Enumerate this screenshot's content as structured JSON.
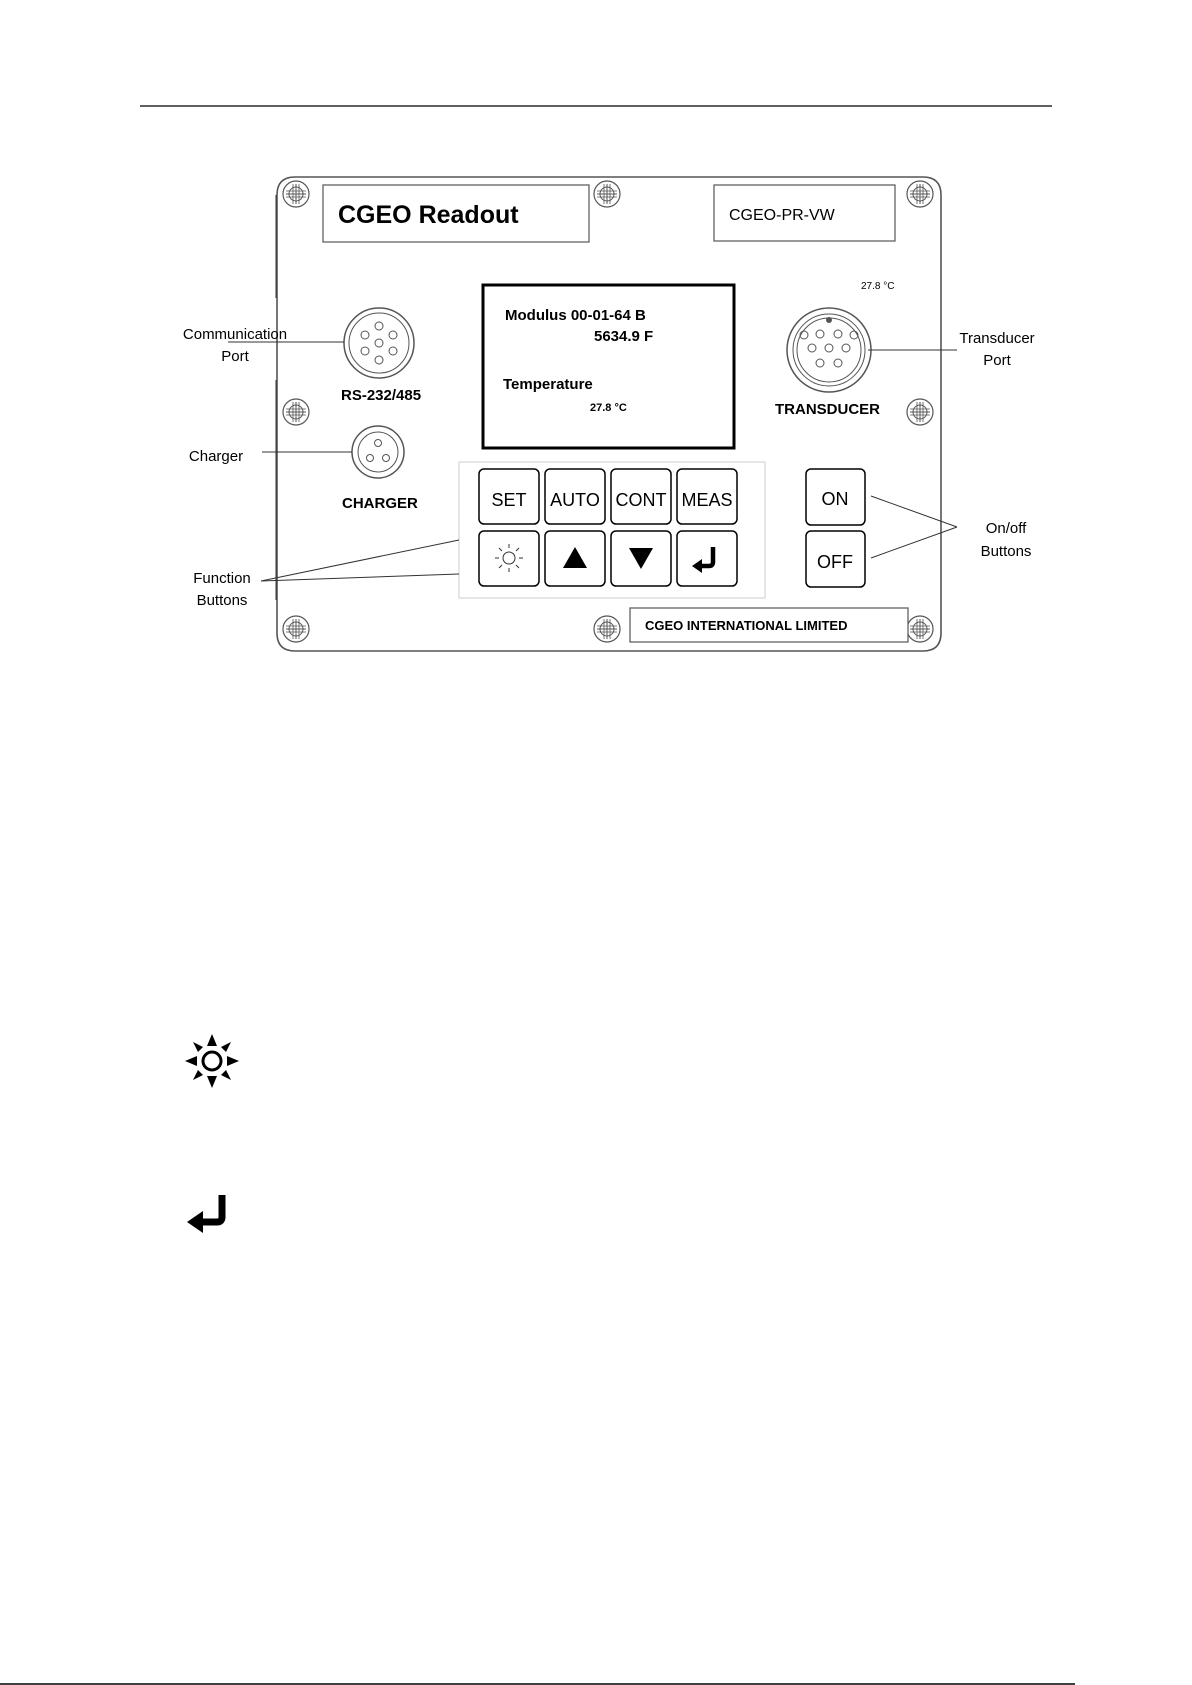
{
  "panel": {
    "title": "CGEO Readout",
    "model": "CGEO-PR-VW",
    "temp_small": "27.8 °C",
    "company": "CGEO INTERNATIONAL LIMITED"
  },
  "display": {
    "line1": "Modulus 00-01-64 B",
    "line2": "5634.9 F",
    "line3": "Temperature",
    "line4": "27.8 °C"
  },
  "ports": {
    "rs_label": "RS-232/485",
    "charger_label": "CHARGER",
    "transducer_label": "TRANSDUCER"
  },
  "buttons": {
    "set": "SET",
    "auto": "AUTO",
    "cont": "CONT",
    "meas": "MEAS",
    "on": "ON",
    "off": "OFF"
  },
  "icons": {
    "backlight": "sun-icon",
    "up": "triangle-up-icon",
    "down": "triangle-down-icon",
    "enter": "enter-arrow-icon"
  },
  "callouts": {
    "comm_1": "Communication",
    "comm_2": "Port",
    "charger": "Charger",
    "func_1": "Function",
    "func_2": "Buttons",
    "trans_1": "Transducer",
    "trans_2": "Port",
    "onoff_1": "On/off",
    "onoff_2": "Buttons"
  }
}
